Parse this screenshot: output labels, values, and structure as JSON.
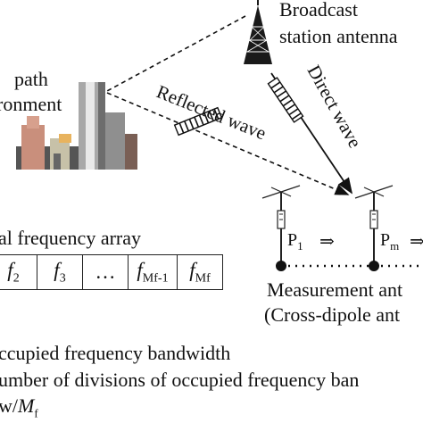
{
  "broadcast_label_line1": "Broadcast",
  "broadcast_label_line2": "station antenna",
  "multipath_line1": "path",
  "multipath_line2": "ronment",
  "reflected_label": "Reflected wave",
  "direct_label": "Direct wave",
  "array_label": "al  frequency array",
  "freq_cells": [
    {
      "base": "f",
      "sub": "2"
    },
    {
      "base": "f",
      "sub": "3"
    },
    {
      "base": "…",
      "sub": ""
    },
    {
      "base": "f",
      "sub": "Mf-1"
    },
    {
      "base": "f",
      "sub": "Mf"
    }
  ],
  "p1_label": "P",
  "p1_sub": "1",
  "pm_label": "P",
  "pm_sub": "m",
  "arrow_glyph": "⇒",
  "measurement_line1": "Measurement  ant",
  "measurement_line2": "(Cross-dipole ant",
  "legend_line1": "ccupied frequency bandwidth",
  "legend_line2": "umber of divisions of occupied frequency ban",
  "legend_line3_prefix": "w/",
  "legend_line3_var": "M",
  "legend_line3_sub": "f"
}
